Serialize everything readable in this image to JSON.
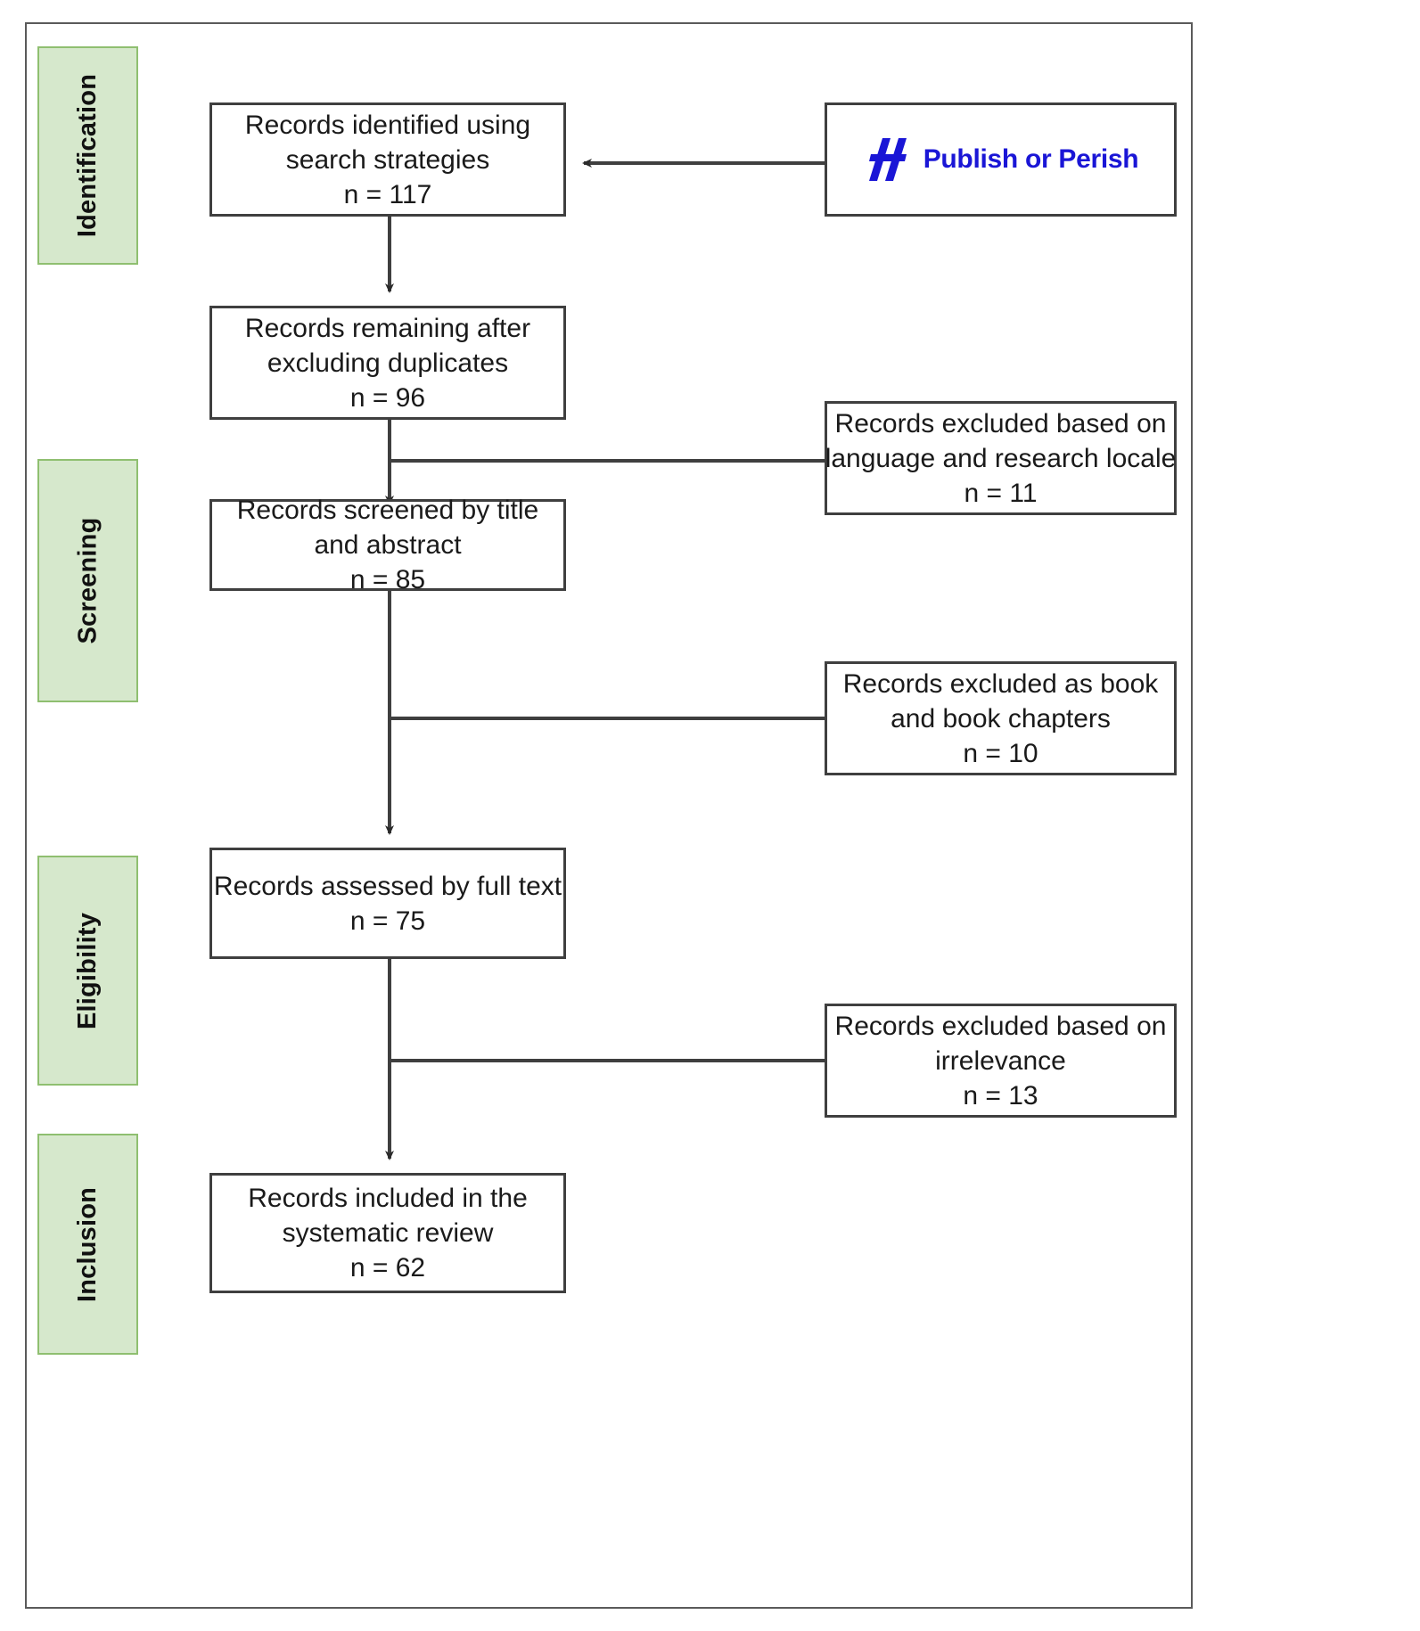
{
  "diagram": {
    "type": "prisma-flow-diagram",
    "title": "PRISMA flow diagram",
    "line_color": "#3f3f3f",
    "stage_fill": "#d6e8cc",
    "stage_border": "#8fbf70",
    "logo_color": "#1a16d6"
  },
  "stages": [
    {
      "label": "Identification"
    },
    {
      "label": "Screening"
    },
    {
      "label": "Eligibility"
    },
    {
      "label": "Inclusion"
    }
  ],
  "source": {
    "logo_name": "publish-or-perish-logo",
    "text": "Publish or Perish"
  },
  "flow_nodes": [
    {
      "id": "identified",
      "lines": [
        "Records identified using",
        "search strategies",
        "n = 117"
      ],
      "count": 117
    },
    {
      "id": "deduplicated",
      "lines": [
        "Records remaining after",
        "excluding duplicates",
        "n = 96"
      ],
      "count": 96
    },
    {
      "id": "screened",
      "lines": [
        "Records screened by title",
        "and abstract",
        "n = 85"
      ],
      "count": 85
    },
    {
      "id": "full-text",
      "lines": [
        "Records assessed by full text",
        "n = 75"
      ],
      "count": 75
    },
    {
      "id": "included",
      "lines": [
        "Records included in the",
        "systematic review",
        "n = 62"
      ],
      "count": 62
    }
  ],
  "excluded_nodes": [
    {
      "id": "excluded-language",
      "lines": [
        "Records excluded based on",
        "language and research locale",
        "n = 11"
      ],
      "count": 11
    },
    {
      "id": "excluded-books",
      "lines": [
        "Records excluded as book",
        "and book chapters",
        "n = 10"
      ],
      "count": 10
    },
    {
      "id": "excluded-irrelevance",
      "lines": [
        "Records excluded based on",
        "irrelevance",
        "n = 13"
      ],
      "count": 13
    }
  ],
  "chart_data": {
    "type": "diagram",
    "title": "PRISMA flow diagram",
    "stages": [
      "Identification",
      "Screening",
      "Eligibility",
      "Inclusion"
    ],
    "nodes": [
      {
        "label": "Records identified using search strategies",
        "n": 117,
        "stage": "Identification"
      },
      {
        "label": "Records remaining after excluding duplicates",
        "n": 96,
        "stage": "Identification"
      },
      {
        "label": "Records excluded based on language and research locale",
        "n": 11,
        "stage": "Screening"
      },
      {
        "label": "Records screened by title and abstract",
        "n": 85,
        "stage": "Screening"
      },
      {
        "label": "Records excluded as book and book chapters",
        "n": 10,
        "stage": "Screening"
      },
      {
        "label": "Records assessed by full text",
        "n": 75,
        "stage": "Eligibility"
      },
      {
        "label": "Records excluded based on irrelevance",
        "n": 13,
        "stage": "Eligibility"
      },
      {
        "label": "Records included in the systematic review",
        "n": 62,
        "stage": "Inclusion"
      }
    ],
    "source": "Publish or Perish"
  }
}
